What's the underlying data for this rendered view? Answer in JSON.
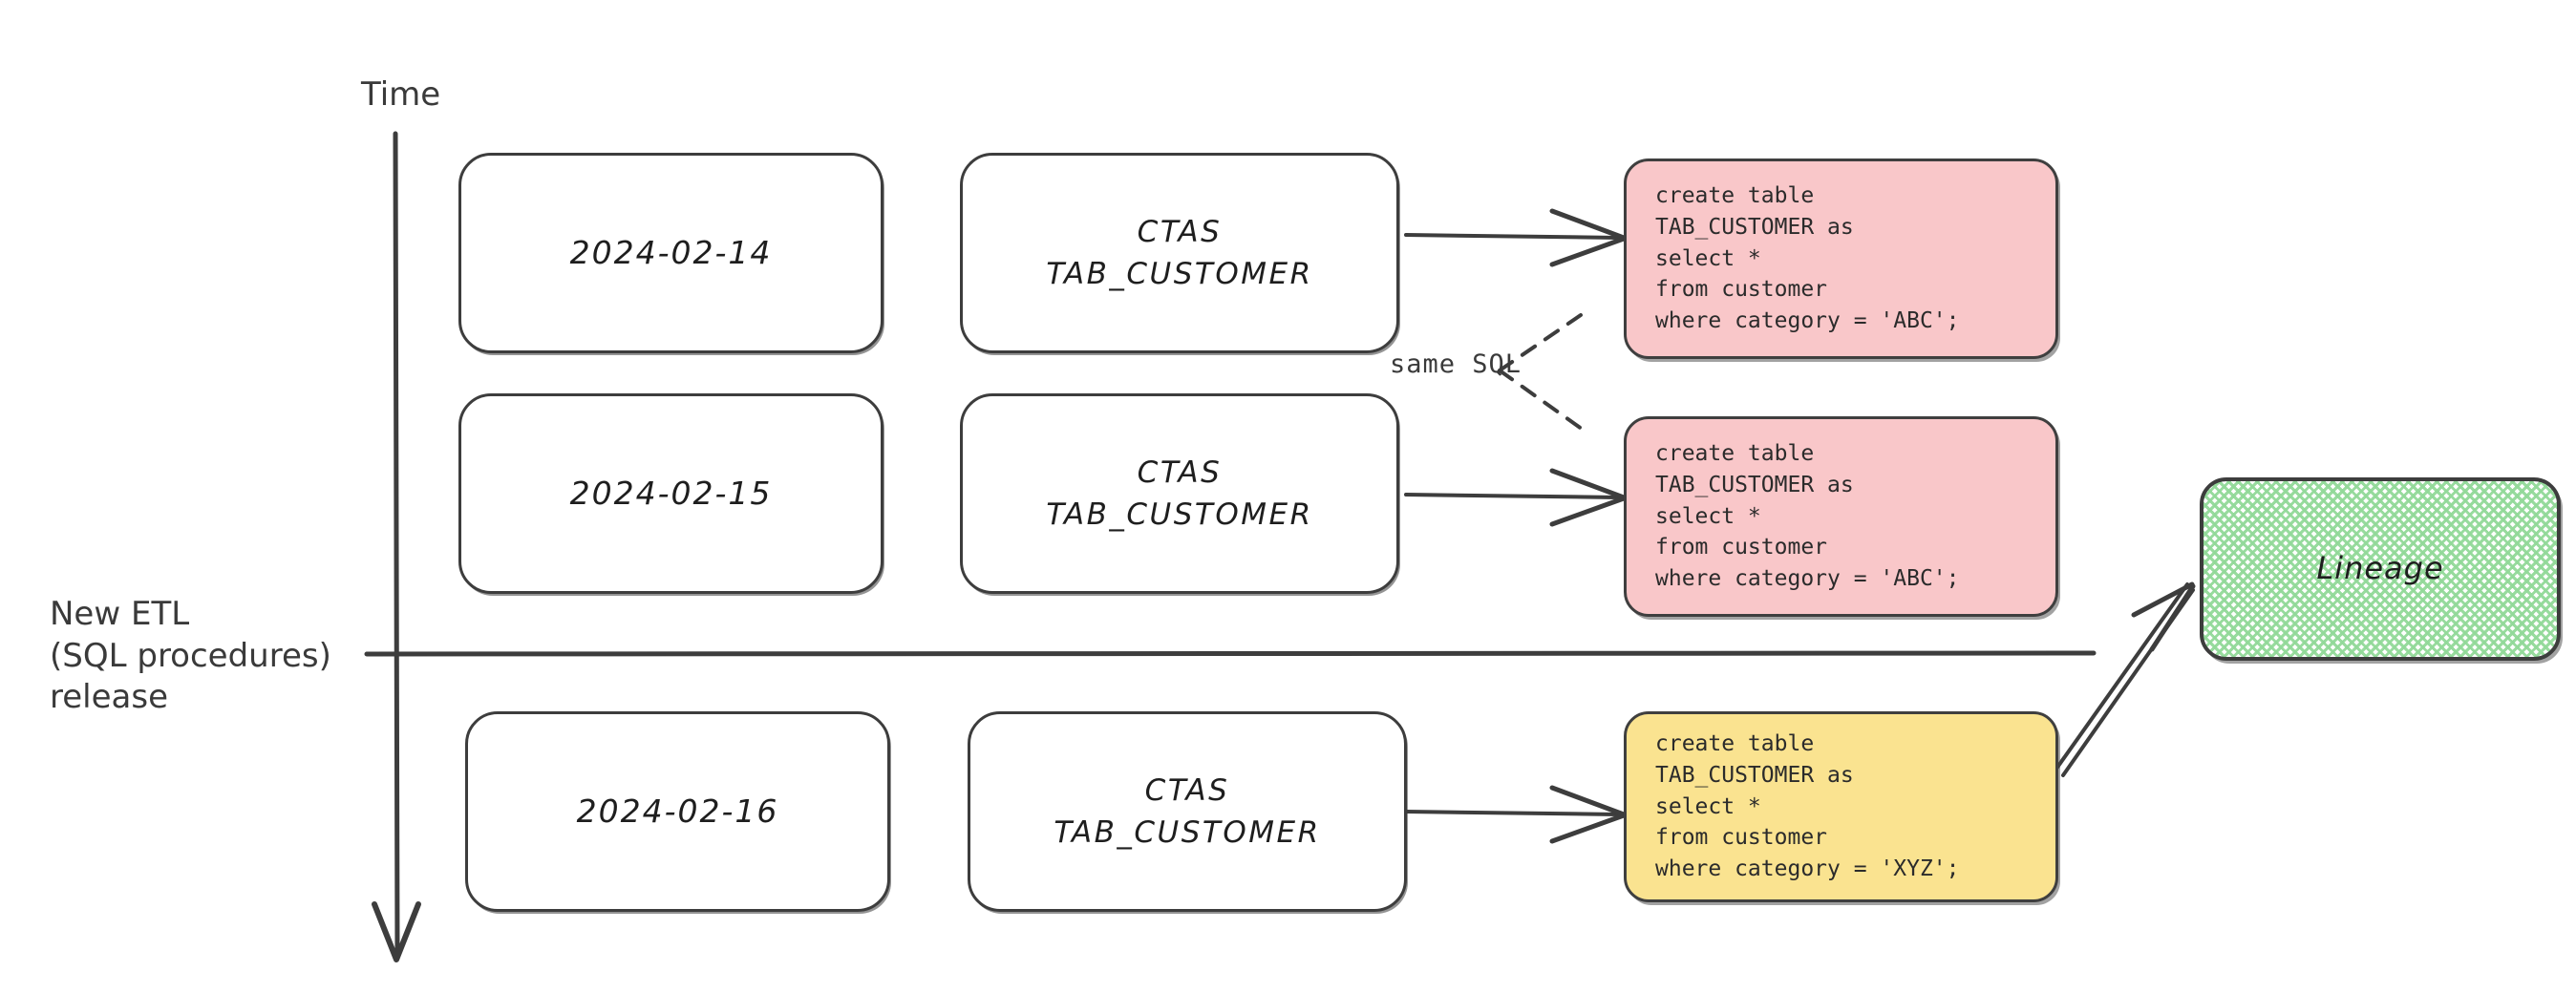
{
  "diagram": {
    "title": "ETL SQL lineage timeline",
    "axis": {
      "time_label": "Time",
      "release_label": "New ETL\n(SQL procedures)\nrelease"
    },
    "annotations": {
      "same_sql": "same SQL"
    },
    "colors": {
      "pink": "#f9c7c9",
      "yellow": "#fae390",
      "green": "#92d999",
      "stroke": "#3d3d3d",
      "background": "#ffffff"
    },
    "rows": [
      {
        "date": "2024-02-14",
        "job_line1": "CTAS",
        "job_line2": "TAB_CUSTOMER",
        "sql": "create table\nTAB_CUSTOMER as\nselect *\nfrom customer\nwhere category = 'ABC';",
        "sql_color": "pink"
      },
      {
        "date": "2024-02-15",
        "job_line1": "CTAS",
        "job_line2": "TAB_CUSTOMER",
        "sql": "create table\nTAB_CUSTOMER as\nselect *\nfrom customer\nwhere category = 'ABC';",
        "sql_color": "pink"
      },
      {
        "date": "2024-02-16",
        "job_line1": "CTAS",
        "job_line2": "TAB_CUSTOMER",
        "sql": "create table\nTAB_CUSTOMER as\nselect *\nfrom customer\nwhere category = 'XYZ';",
        "sql_color": "yellow"
      }
    ],
    "lineage": {
      "label": "Lineage"
    }
  }
}
